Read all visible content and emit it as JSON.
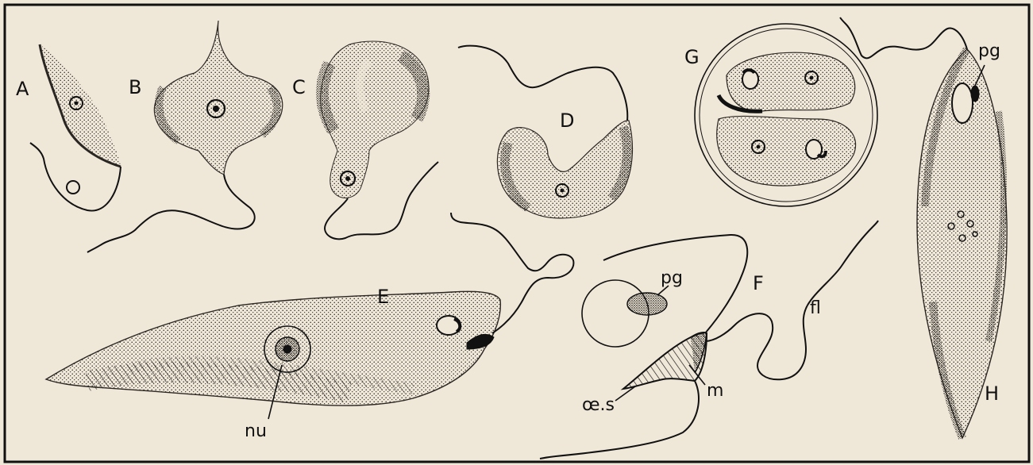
{
  "figure_labels": {
    "A": "A",
    "B": "B",
    "C": "C",
    "D": "D",
    "E": "E",
    "F": "F",
    "G": "G",
    "H": "H"
  },
  "part_labels": {
    "pg_F": "pg",
    "pg_H": "pg",
    "nu": "nu",
    "fl": "fl",
    "m": "m",
    "oes": "œ.s"
  },
  "colors": {
    "paper": "#efe7d8",
    "ink": "#111111",
    "stipple": "#2a2622"
  }
}
